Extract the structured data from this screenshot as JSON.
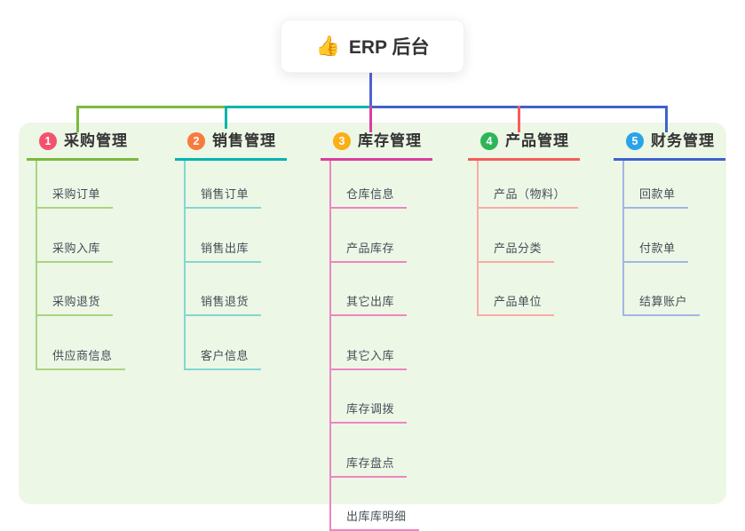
{
  "root": {
    "emoji": "👍",
    "label": "ERP 后台"
  },
  "branches": [
    {
      "num": "1",
      "label": "采购管理",
      "color": "#7cb93e",
      "light_color": "#a9d480",
      "badge_color": "#f4516c",
      "children": [
        "采购订单",
        "采购入库",
        "采购退货",
        "供应商信息"
      ]
    },
    {
      "num": "2",
      "label": "销售管理",
      "color": "#00b5ad",
      "light_color": "#82d7d0",
      "badge_color": "#f77b3f",
      "children": [
        "销售订单",
        "销售出库",
        "销售退货",
        "客户信息"
      ]
    },
    {
      "num": "3",
      "label": "库存管理",
      "color": "#d93f9e",
      "light_color": "#ee85c0",
      "badge_color": "#fbae17",
      "children": [
        "仓库信息",
        "产品库存",
        "其它出库",
        "其它入库",
        "库存调拨",
        "库存盘点",
        "出库库明细"
      ]
    },
    {
      "num": "4",
      "label": "产品管理",
      "color": "#f75c5c",
      "light_color": "#fbaba5",
      "badge_color": "#2eb55a",
      "children": [
        "产品（物料）",
        "产品分类",
        "产品单位"
      ]
    },
    {
      "num": "5",
      "label": "财务管理",
      "color": "#3e62cf",
      "light_color": "#a3b5e6",
      "badge_color": "#2aa3e8",
      "children": [
        "回款单",
        "付款单",
        "结算账户"
      ]
    }
  ],
  "colors": {
    "page_bg": "#ffffff",
    "panel_bg": "#edf7e6",
    "root_line": "#4f63d2",
    "title_text": "#333333",
    "child_text": "#454e57"
  }
}
